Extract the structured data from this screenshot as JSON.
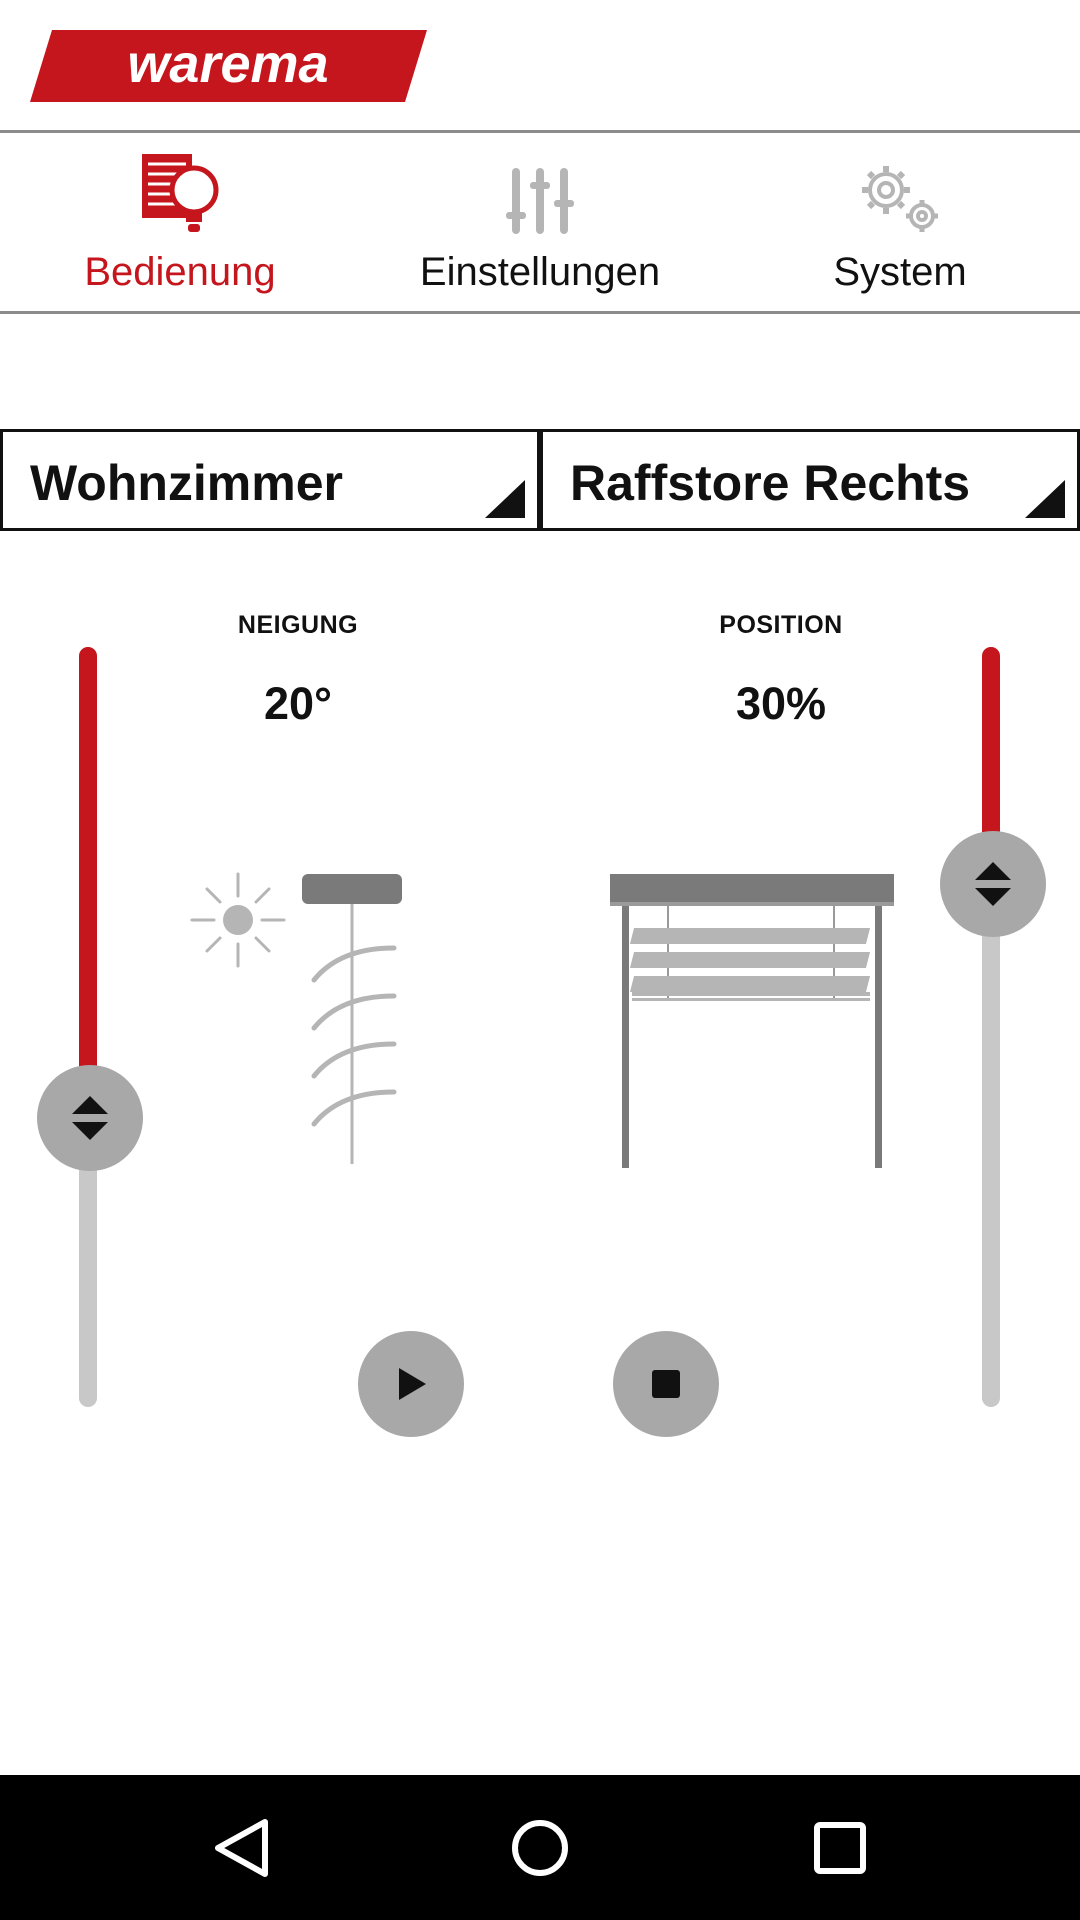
{
  "brand": {
    "logo_text": "warema",
    "color": "#c4161c"
  },
  "tabs": [
    {
      "label": "Bedienung",
      "icon": "control-bulb-icon",
      "active": true
    },
    {
      "label": "Einstellungen",
      "icon": "sliders-icon",
      "active": false
    },
    {
      "label": "System",
      "icon": "gears-icon",
      "active": false
    }
  ],
  "selectors": {
    "room": {
      "value": "Wohnzimmer"
    },
    "device": {
      "value": "Raffstore Rechts"
    }
  },
  "tilt": {
    "label": "NEIGUNG",
    "value": "20°"
  },
  "position": {
    "label": "POSITION",
    "value": "30%"
  },
  "controls": {
    "play_icon": "play-icon",
    "stop_icon": "stop-icon"
  },
  "colors": {
    "accent": "#c4161c",
    "inactive_track": "#c8c8c8",
    "knob": "#a8a8a8"
  }
}
